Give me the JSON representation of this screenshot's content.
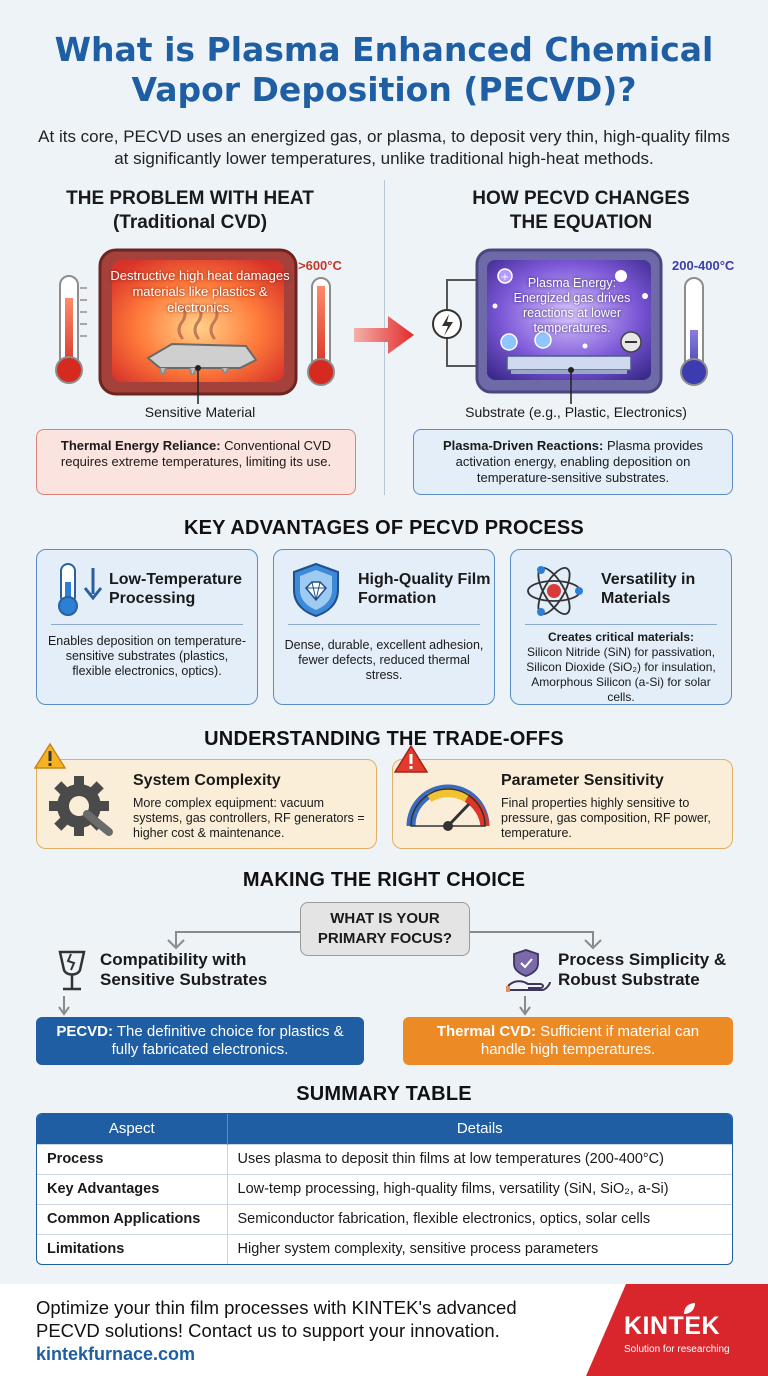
{
  "title": "What is Plasma Enhanced Chemical Vapor Deposition (PECVD)?",
  "intro": "At its core, PECVD uses an energized gas, or plasma, to deposit very thin, high-quality films at significantly lower temperatures, unlike traditional high-heat methods.",
  "left": {
    "title_line1": "THE PROBLEM WITH HEAT",
    "title_line2": "(Traditional CVD)",
    "oven_text": "Destructive high heat damages materials like plastics & electronics.",
    "temp": ">600°C",
    "caption": "Sensitive Material",
    "note_bold": "Thermal Energy Reliance:",
    "note_text": " Conventional CVD requires extreme temperatures, limiting its use."
  },
  "right": {
    "title_line1": "HOW PECVD CHANGES",
    "title_line2": "THE EQUATION",
    "chamber_text": "Plasma Energy: Energized gas drives reactions at lower temperatures.",
    "temp": "200-400°C",
    "caption": "Substrate (e.g., Plastic, Electronics)",
    "note_bold": "Plasma-Driven Reactions:",
    "note_text": " Plasma provides activation energy, enabling deposition on temperature-sensitive substrates."
  },
  "advantages": {
    "title": "KEY ADVANTAGES OF PECVD PROCESS",
    "cards": [
      {
        "title": "Low-Temperature Processing",
        "text": "Enables deposition on temperature-sensitive substrates (plastics, flexible electronics, optics).",
        "icon": "thermometer-down-icon"
      },
      {
        "title": "High-Quality Film Formation",
        "text": "Dense, durable, excellent adhesion, fewer defects, reduced thermal stress.",
        "icon": "shield-diamond-icon"
      },
      {
        "title": "Versatility in Materials",
        "text_bold": "Creates critical materials:",
        "text": "Silicon Nitride (SiN) for passivation, Silicon Dioxide (SiO₂) for insulation, Amorphous Silicon (a-Si) for solar cells.",
        "icon": "atom-icon"
      }
    ]
  },
  "tradeoffs": {
    "title": "UNDERSTANDING THE TRADE-OFFS",
    "items": [
      {
        "title": "System Complexity",
        "text": "More complex equipment: vacuum systems, gas controllers, RF generators = higher cost & maintenance.",
        "icon": "gear-wrench-icon"
      },
      {
        "title": "Parameter Sensitivity",
        "text": "Final properties highly sensitive to pressure, gas composition, RF power, temperature.",
        "icon": "gauge-icon"
      }
    ]
  },
  "choice": {
    "title": "MAKING THE RIGHT CHOICE",
    "question": "WHAT IS YOUR PRIMARY FOCUS?",
    "left_label": "Compatibility with Sensitive Substrates",
    "right_label": "Process Simplicity & Robust Substrate",
    "left_result_bold": "PECVD:",
    "left_result": " The definitive choice for plastics & fully fabricated electronics.",
    "right_result_bold": "Thermal CVD:",
    "right_result": " Sufficient if material can handle high temperatures.",
    "colors": {
      "left": "#1f5ea3",
      "right": "#ec8a25"
    }
  },
  "summary": {
    "title": "SUMMARY TABLE",
    "headers": [
      "Aspect",
      "Details"
    ],
    "rows": [
      [
        "Process",
        "Uses plasma to deposit thin films at low temperatures (200-400°C)"
      ],
      [
        "Key Advantages",
        "Low-temp processing, high-quality films, versatility (SiN, SiO₂, a-Si)"
      ],
      [
        "Common Applications",
        "Semiconductor fabrication, flexible electronics, optics, solar cells"
      ],
      [
        "Limitations",
        "Higher system complexity, sensitive process parameters"
      ]
    ]
  },
  "footer": {
    "cta": "Optimize your thin film processes with KINTEK's advanced PECVD solutions! Contact us to support your innovation.",
    "url": "kintekfurnace.com",
    "brand": "KINTEK",
    "tagline": "Solution for researching"
  }
}
